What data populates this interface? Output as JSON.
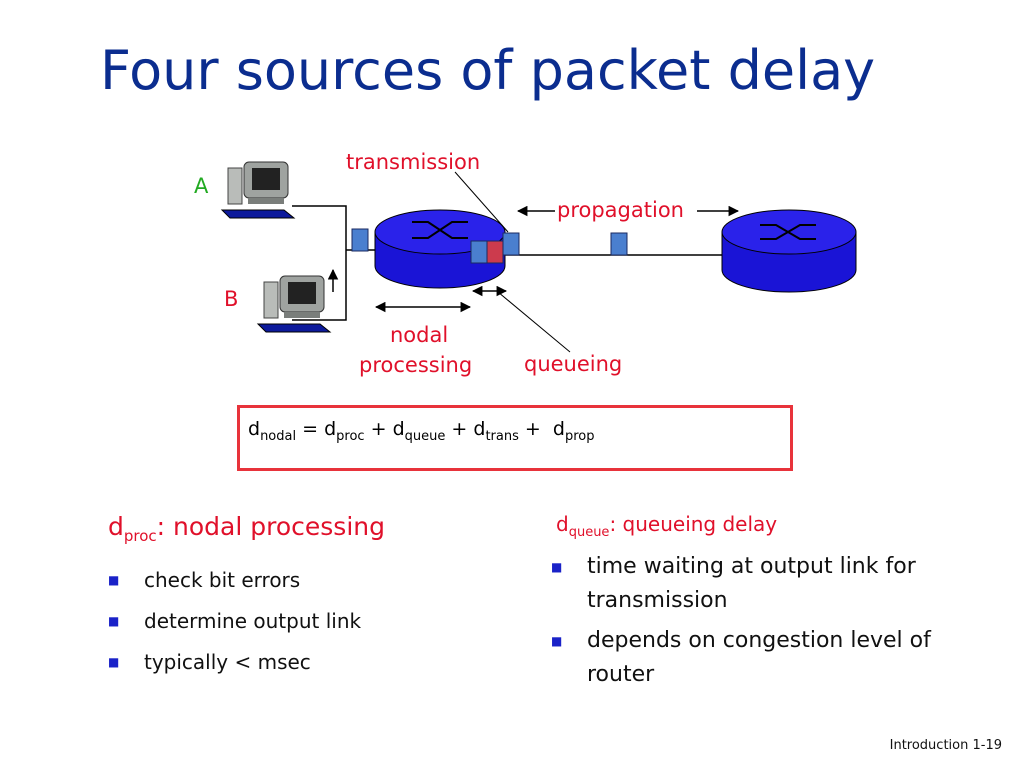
{
  "title": "Four sources of packet delay",
  "diagram": {
    "host_a": "A",
    "host_b": "B",
    "transmission": "transmission",
    "propagation": "propagation",
    "nodal": "nodal",
    "processing": "processing",
    "queueing": "queueing"
  },
  "formula": {
    "d": "d",
    "nodal": "nodal",
    "proc": "proc",
    "queue": "queue",
    "trans": "trans",
    "prop": "prop",
    "eq": " = ",
    "plus": " + "
  },
  "left": {
    "d": "d",
    "sub": "proc",
    "text": ": nodal processing",
    "items": [
      "check bit errors",
      "determine output link",
      "typically < msec"
    ]
  },
  "right": {
    "d": "d",
    "sub": "queue",
    "text": ": queueing delay",
    "items": [
      "time waiting at output link for transmission",
      "depends on congestion level of router"
    ]
  },
  "footer": "Introduction 1-19",
  "colors": {
    "title": "#0b2d8f",
    "red": "#e0102a",
    "green": "#22aa22",
    "router": "#1a14d6",
    "packet": "#4a7fcf",
    "packet_red": "#cc3b4d",
    "bullet": "#1a22c8"
  }
}
